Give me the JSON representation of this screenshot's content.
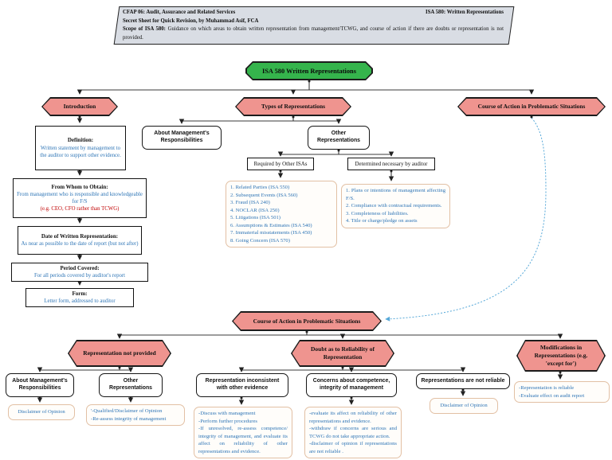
{
  "colors": {
    "pink": "#ef948f",
    "green": "#35b44c",
    "blue_text": "#2e75b6",
    "red_text": "#c00000",
    "tan_border": "#e2c0a4",
    "header_bg": "#d9dde4"
  },
  "header": {
    "title_left": "CFAP 06: Audit, Assurance and Related Services",
    "title_right": "ISA 580: Written Representations",
    "subtitle": "Secret Sheet for Quick Revision, by Muhammad Asif, FCA",
    "scope_label": "Scope of ISA 580:",
    "scope_text": " Guidance on which areas to obtain written representation from management/TCWG, and course of action if there are doubts or representation is not provided."
  },
  "root": {
    "label": "ISA 580 Written Representations"
  },
  "branches": {
    "introduction": {
      "label": "Introduction"
    },
    "types": {
      "label": "Types of Representations"
    },
    "course_top": {
      "label": "Course of Action in Problematic Situations"
    }
  },
  "introduction": {
    "definition": {
      "title": "Definition:",
      "body": "Written statement by management to the auditor to support other evidence."
    },
    "from_whom": {
      "title": "From Whom to Obtain:",
      "body": "From management who is responsible and knowledgeable for F/S",
      "note": "(e.g. CEO, CFO rather than TCWG)"
    },
    "date": {
      "title": "Date of Written Representation:",
      "body": "As near as possible to the date of report (but not after)"
    },
    "period": {
      "title": "Period Covered:",
      "body": "For all periods covered by auditor's report"
    },
    "form": {
      "title": "Form:",
      "body": "Letter form, addressed to auditor"
    }
  },
  "types": {
    "about_mgmt": {
      "label": "About Management's Responsibilities"
    },
    "other": {
      "label": "Other Representations"
    },
    "required": {
      "label": "Required by Other ISAs",
      "items": [
        "1. Related Parties (ISA 550)",
        "2. Subsequent Events (ISA 560)",
        "3. Fraud (ISA 240)",
        "4. NOCLAR (ISA 250)",
        "5. Litigations (ISA 501)",
        "6. Assumptions & Estimates (ISA 540)",
        "7. Immaterial misstatements (ISA 450)",
        "8. Going Concern (ISA 570)"
      ]
    },
    "determined": {
      "label": "Determined necessary by auditor",
      "items": [
        "1. Plans or intentions of management affecting F/S.",
        "2. Compliance with contractual requirements.",
        "3. Completeness of liabilities.",
        "4. Title or charge/pledge on assets"
      ]
    }
  },
  "course": {
    "node": {
      "label": "Course of Action in Problematic Situations"
    },
    "not_provided": {
      "label": "Representation not provided",
      "about_mgmt": {
        "label": "About Management's Responsibilities",
        "outcome": "Disclaimer of Opinion"
      },
      "other": {
        "label": "Other Representations",
        "outcome_lines": [
          "'-Qualified/Disclaimer of Opinion",
          "-Re-assess integrity of management"
        ]
      }
    },
    "doubt": {
      "label": "Doubt as to Reliability of Representation",
      "inconsistent": {
        "label": "Representation inconsistent with other evidence",
        "outcome_lines": [
          "-Discuss with management",
          "-Perform further procedures",
          "-If unresolved, re-assess competence/ integrity of management, and evaluate its affect on reliability of other representations and evidence."
        ]
      },
      "concerns": {
        "label": "Concerns about competence, integrity of management",
        "outcome_lines": [
          "-evaluate its affect on reliability of other representations and evidence.",
          "-withdraw if concerns are serious and TCWG do not take appropriate action.",
          "-disclaimer of opinion if representations are not reliable ."
        ]
      },
      "not_reliable": {
        "label": "Representations are not reliable",
        "outcome": "Disclaimer of Opinion"
      }
    },
    "modifications": {
      "label": "Modifications in Representations (e.g. 'except for')",
      "outcome_lines": [
        "-Representation is reliable",
        "-Evaluate effect on audit report"
      ]
    }
  }
}
